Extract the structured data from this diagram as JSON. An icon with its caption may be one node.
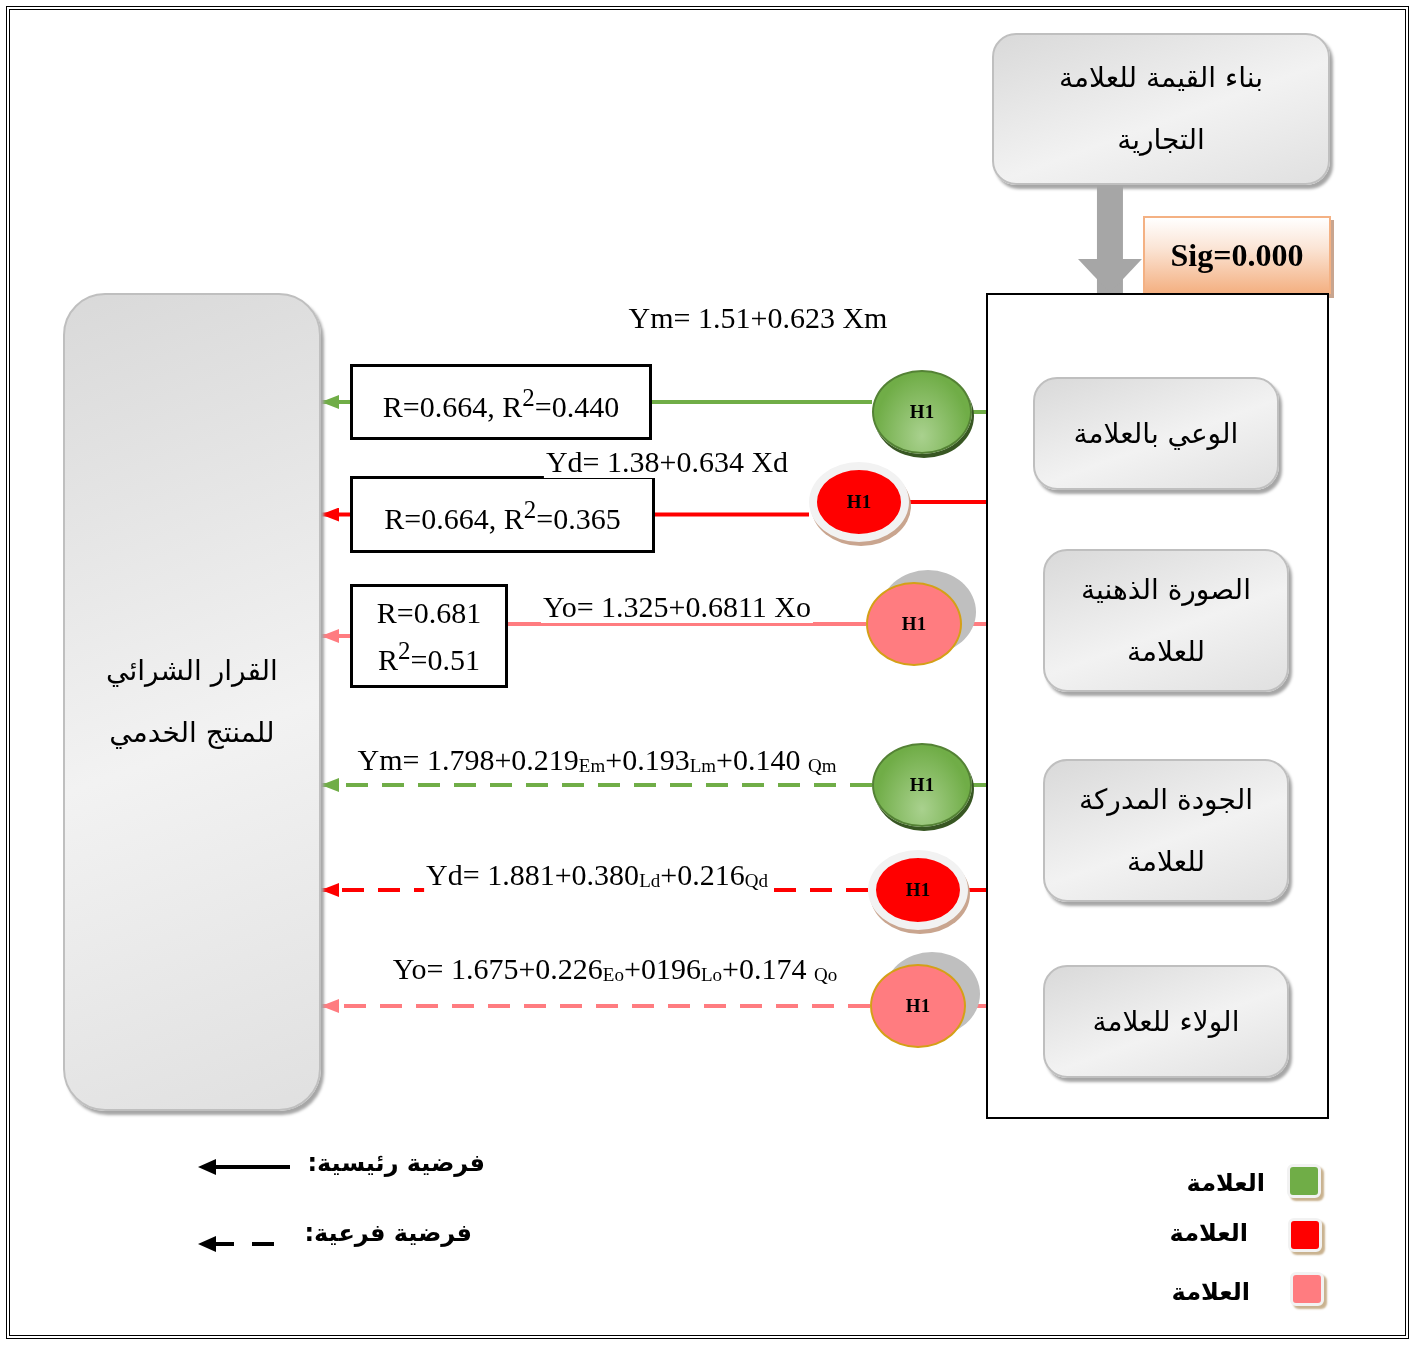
{
  "diagram": {
    "nodes": [
      {
        "text": [
          "بناء القيمة للعلامة التجارية"
        ]
      },
      {
        "text": [
          "Sig=0.000"
        ]
      },
      {
        "text": [],
        "shape": "box"
      },
      {
        "text": [
          "الوعي بالعلامة"
        ],
        "in": 2
      },
      {
        "text": [
          "الصورة الذهنية للعلامة"
        ],
        "in": 2
      },
      {
        "text": [
          "الجودة المدركة للعلامة"
        ],
        "in": 2
      },
      {
        "text": [
          "الولاء للعلامة"
        ],
        "in": 2
      },
      {
        "text": [
          "القرار الشرائي للمنتج الخدمي"
        ]
      },
      {
        "text": [
          "H1"
        ]
      },
      {
        "text": [
          "R=0.664, R$^{2}$=0.440"
        ]
      },
      {
        "text": [
          "H1"
        ]
      },
      {
        "text": [
          "R=0.664, R$^{2}$=0.365"
        ]
      },
      {
        "text": [
          "H1"
        ]
      },
      {
        "text": [
          "R=0.681",
          "R$^{2}$=0.51"
        ]
      },
      {
        "text": [
          "H1"
        ]
      },
      {
        "text": [
          "H1"
        ]
      },
      {
        "text": [
          "H1"
        ]
      }
    ],
    "edges": [
      {
        "from": 0,
        "to": 2,
        "arrow": "to",
        "style": "thick",
        "color": "#a6a6a6"
      },
      {
        "from": 2,
        "to": 8,
        "arrow": "none",
        "color": "#70ad47"
      },
      {
        "from": 8,
        "to": 9,
        "arrow": "none",
        "color": "#70ad47",
        "label": "Ym= 1.51+0.623 Xm"
      },
      {
        "from": 9,
        "to": 7,
        "arrow": "to",
        "color": "#70ad47"
      },
      {
        "from": 2,
        "to": 10,
        "arrow": "none",
        "color": "#ff0000"
      },
      {
        "from": 10,
        "to": 11,
        "arrow": "none",
        "color": "#ff0000",
        "label": "Yd= 1.38+0.634 Xd"
      },
      {
        "from": 11,
        "to": 7,
        "arrow": "to",
        "color": "#ff0000"
      },
      {
        "from": 2,
        "to": 12,
        "arrow": "none",
        "color": "#ff7c80"
      },
      {
        "from": 12,
        "to": 13,
        "arrow": "none",
        "color": "#ff7c80",
        "label": "Yo= 1.325+0.6811 Xo"
      },
      {
        "from": 13,
        "to": 7,
        "arrow": "to",
        "color": "#ff7c80"
      },
      {
        "from": 2,
        "to": 14,
        "arrow": "none",
        "style": "dashed",
        "color": "#70ad47"
      },
      {
        "from": 14,
        "to": 7,
        "arrow": "to",
        "style": "dashed",
        "color": "#70ad47",
        "label": "Ym= 1.798+0.219$_{Em}$+0.193$_{Lm}$+0.140 $_{Qm}$"
      },
      {
        "from": 2,
        "to": 15,
        "arrow": "none",
        "style": "dashed",
        "color": "#ff0000"
      },
      {
        "from": 15,
        "to": 7,
        "arrow": "to",
        "style": "dashed",
        "color": "#ff0000",
        "label": "Yd= 1.881+0.380$_{Ld}$+0.216$_{Qd}$"
      },
      {
        "from": 2,
        "to": 16,
        "arrow": "none",
        "style": "dashed",
        "color": "#ff7c80"
      },
      {
        "from": 16,
        "to": 7,
        "arrow": "to",
        "style": "dashed",
        "color": "#ff7c80",
        "label": "Yo= 1.675+0.226$_{Eo}$+0196$_{Lo}$+0.174 $_{Qo}$"
      }
    ],
    "legend": [
      {
        "text": "فرضية رئيسية:"
      },
      {
        "text": "فرضية فرعية:"
      },
      {
        "text": "العلامة",
        "color": "#70ad47"
      },
      {
        "text": "العلامة",
        "color": "#ff0000"
      },
      {
        "text": "العلامة",
        "color": "#ff7c80"
      }
    ]
  }
}
